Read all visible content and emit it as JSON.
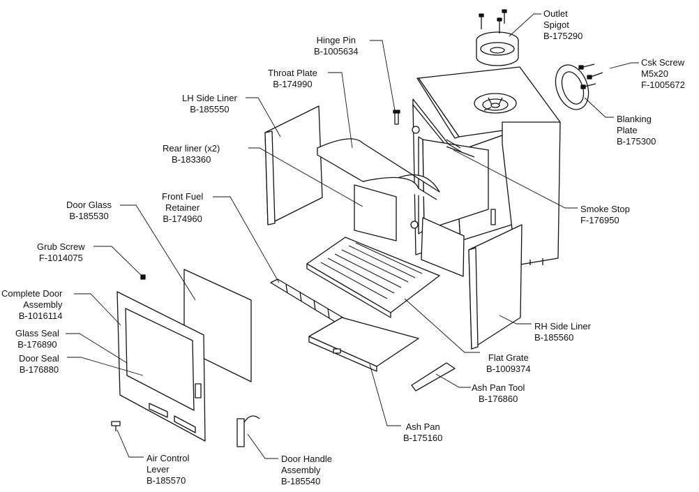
{
  "parts": {
    "outlet_spigot": {
      "name": [
        "Outlet",
        "Spigot"
      ],
      "code": "B-175290"
    },
    "csk_screw": {
      "name": [
        "Csk Screw",
        "M5x20"
      ],
      "code": "F-1005672"
    },
    "hinge_pin": {
      "name": [
        "Hinge Pin"
      ],
      "code": "B-1005634"
    },
    "throat_plate": {
      "name": [
        "Throat Plate"
      ],
      "code": "B-174990"
    },
    "lh_side_liner": {
      "name": [
        "LH Side Liner"
      ],
      "code": "B-185550"
    },
    "blanking_plate": {
      "name": [
        "Blanking",
        "Plate"
      ],
      "code": "B-175300"
    },
    "rear_liner": {
      "name": [
        "Rear liner (x2)"
      ],
      "code": "B-183360"
    },
    "front_fuel_retainer": {
      "name": [
        "Front Fuel",
        "Retainer"
      ],
      "code": "B-174960"
    },
    "door_glass": {
      "name": [
        "Door Glass"
      ],
      "code": "B-185530"
    },
    "smoke_stop": {
      "name": [
        "Smoke Stop"
      ],
      "code": "F-176950"
    },
    "grub_screw": {
      "name": [
        "Grub Screw"
      ],
      "code": "F-1014075"
    },
    "complete_door": {
      "name": [
        "Complete Door",
        "Assembly"
      ],
      "code": "B-1016114"
    },
    "glass_seal": {
      "name": [
        "Glass Seal"
      ],
      "code": "B-176890"
    },
    "rh_side_liner": {
      "name": [
        "RH Side Liner"
      ],
      "code": "B-185560"
    },
    "door_seal": {
      "name": [
        "Door Seal"
      ],
      "code": "B-176880"
    },
    "flat_grate": {
      "name": [
        "Flat Grate"
      ],
      "code": "B-1009374"
    },
    "ash_pan_tool": {
      "name": [
        "Ash Pan Tool"
      ],
      "code": "B-176860"
    },
    "ash_pan": {
      "name": [
        "Ash Pan"
      ],
      "code": "B-175160"
    },
    "air_control_lever": {
      "name": [
        "Air Control",
        "Lever"
      ],
      "code": "B-185570"
    },
    "door_handle": {
      "name": [
        "Door Handle",
        "Assembly"
      ],
      "code": "B-185540"
    }
  }
}
